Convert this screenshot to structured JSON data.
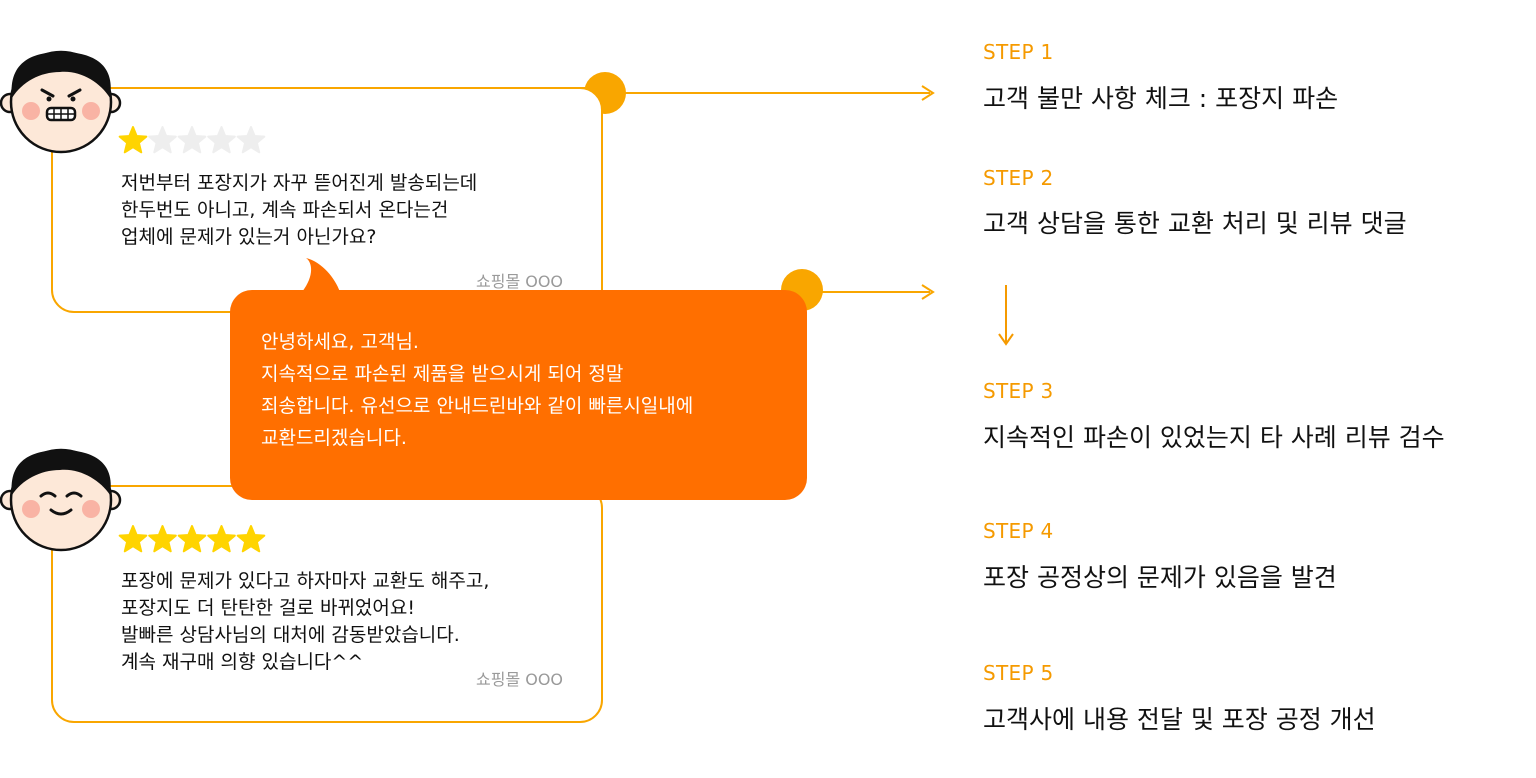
{
  "colors": {
    "accent": "#ff6f00",
    "accent_light": "#f9a600",
    "star_on": "#ffd400",
    "star_off": "#eeeeee",
    "skin": "#fde8d8",
    "cheek": "#f9b3a4"
  },
  "review_negative": {
    "rating": 1,
    "max_rating": 5,
    "text": "저번부터 포장지가 자꾸 뜯어진게 발송되는데\n한두번도 아니고, 계속 파손되서 온다는건\n업체에 문제가 있는거 아닌가요?",
    "shop": "쇼핑몰 OOO",
    "avatar": "angry-face-icon"
  },
  "reply": {
    "text": "안녕하세요, 고객님.\n지속적으로 파손된 제품을 받으시게 되어 정말\n죄송합니다. 유선으로 안내드린바와 같이 빠른시일내에\n교환드리겠습니다."
  },
  "review_positive": {
    "rating": 5,
    "max_rating": 5,
    "text": "포장에 문제가 있다고 하자마자 교환도 해주고,\n포장지도 더 탄탄한 걸로 바뀌었어요!\n발빠른 상담사님의 대처에 감동받았습니다.\n계속 재구매 의향 있습니다^^",
    "shop": "쇼핑몰 OOO",
    "avatar": "happy-face-icon"
  },
  "steps": [
    {
      "label": "STEP 1",
      "title": "고객 불만 사항 체크 : 포장지 파손"
    },
    {
      "label": "STEP 2",
      "title": "고객 상담을 통한 교환 처리 및 리뷰 댓글"
    },
    {
      "label": "STEP 3",
      "title": "지속적인 파손이 있었는지 타 사례 리뷰 검수"
    },
    {
      "label": "STEP 4",
      "title": "포장 공정상의 문제가 있음을 발견"
    },
    {
      "label": "STEP 5",
      "title": "고객사에 내용 전달 및 포장 공정 개선"
    }
  ]
}
